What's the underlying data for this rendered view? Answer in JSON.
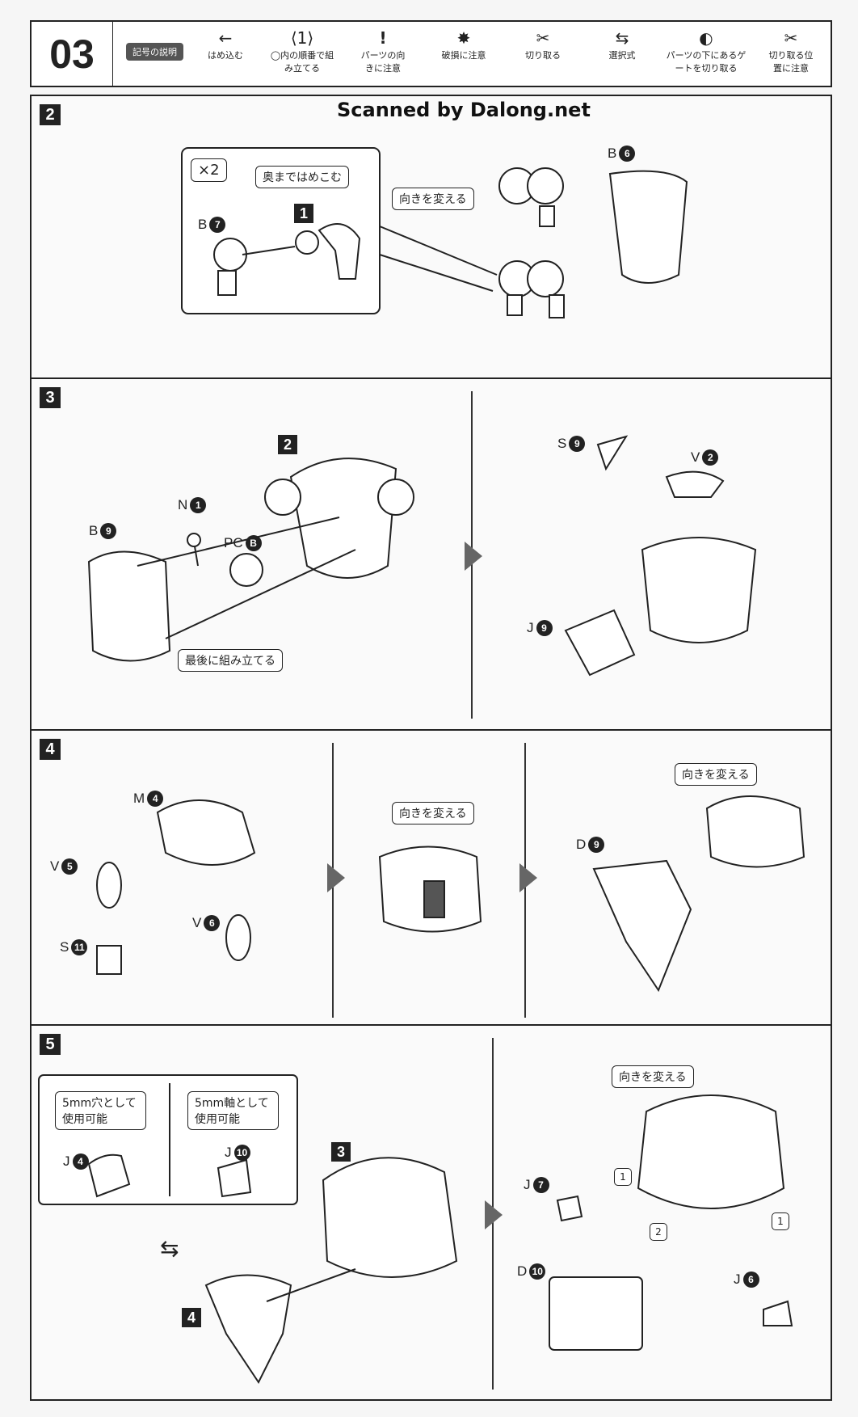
{
  "page_number": "03",
  "watermark": "Scanned by Dalong.net",
  "legend": {
    "tag": "記号の説明",
    "symbols": [
      {
        "icon": "arrow-left-icon",
        "glyph": "←",
        "label": "はめ込む"
      },
      {
        "icon": "hexagon-number-icon",
        "glyph": "⟨1⟩",
        "label": "◯内の順番で組み立てる"
      },
      {
        "icon": "exclamation-icon",
        "glyph": "!",
        "label": "パーツの向きに注意"
      },
      {
        "icon": "damage-icon",
        "glyph": "✸",
        "label": "破損に注意"
      },
      {
        "icon": "cut-icon",
        "glyph": "✂",
        "label": "切り取る"
      },
      {
        "icon": "choice-arrows-icon",
        "glyph": "⇆",
        "label": "選択式"
      },
      {
        "icon": "gate-cut-icon",
        "glyph": "◐",
        "label": "パーツの下にあるゲートを切り取る"
      },
      {
        "icon": "cut-position-icon",
        "glyph": "✂",
        "label": "切り取る位置に注意"
      }
    ]
  },
  "steps": [
    {
      "no": "2",
      "multiplier": "×2",
      "notes": [
        "奥まではめこむ",
        "向きを変える"
      ],
      "sub": "1",
      "parts": [
        {
          "letter": "B",
          "num": "7"
        },
        {
          "letter": "B",
          "num": "6"
        }
      ]
    },
    {
      "no": "3",
      "ref": "2",
      "note": "最後に組み立てる",
      "parts": [
        {
          "letter": "B",
          "num": "9"
        },
        {
          "letter": "N",
          "num": "1"
        },
        {
          "letter": "PC",
          "num": "B"
        },
        {
          "letter": "S",
          "num": "9"
        },
        {
          "letter": "V",
          "num": "2"
        },
        {
          "letter": "J",
          "num": "9"
        }
      ]
    },
    {
      "no": "4",
      "notes": [
        "向きを変える",
        "向きを変える"
      ],
      "parts": [
        {
          "letter": "M",
          "num": "4"
        },
        {
          "letter": "V",
          "num": "5"
        },
        {
          "letter": "S",
          "num": "11"
        },
        {
          "letter": "V",
          "num": "6"
        },
        {
          "letter": "D",
          "num": "9"
        }
      ]
    },
    {
      "no": "5",
      "notes": [
        "5mm穴として使用可能",
        "5mm軸として使用可能",
        "向きを変える"
      ],
      "refs": [
        "3",
        "4"
      ],
      "order": [
        "1",
        "2",
        "1"
      ],
      "parts": [
        {
          "letter": "J",
          "num": "4"
        },
        {
          "letter": "J",
          "num": "10"
        },
        {
          "letter": "J",
          "num": "7"
        },
        {
          "letter": "D",
          "num": "10"
        },
        {
          "letter": "J",
          "num": "6"
        }
      ]
    }
  ]
}
